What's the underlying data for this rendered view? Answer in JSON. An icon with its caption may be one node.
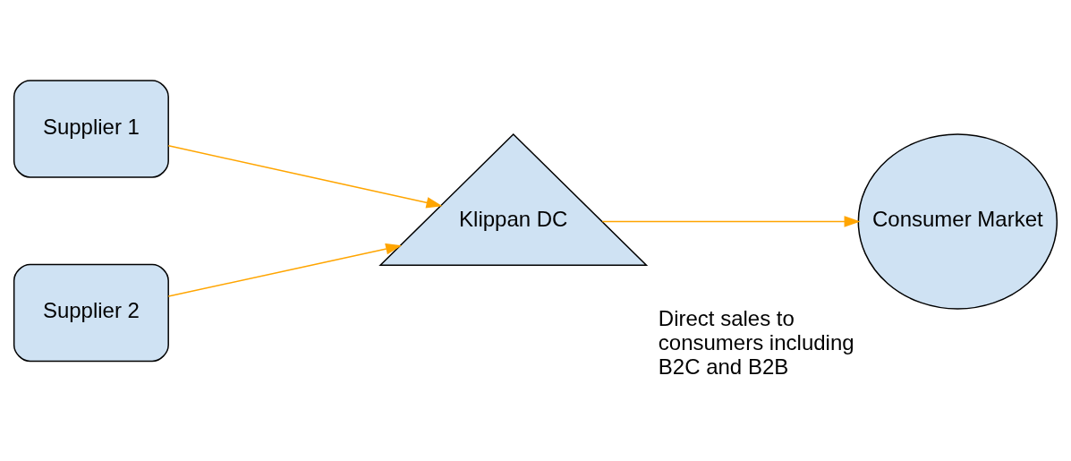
{
  "diagram": {
    "nodes": [
      {
        "text": [
          "Supplier 1"
        ]
      },
      {
        "text": [
          "Supplier 2"
        ]
      },
      {
        "text": [
          "Klippan DC"
        ]
      },
      {
        "text": [
          "Consumer Market"
        ],
        "beside": [
          "Direct sales to consumers including B2C and B2B"
        ]
      }
    ],
    "edges": [
      {
        "from": 0,
        "to": 2,
        "arrow": "to"
      },
      {
        "from": 1,
        "to": 2,
        "arrow": "to"
      },
      {
        "from": 2,
        "to": 3,
        "arrow": "to"
      }
    ]
  }
}
